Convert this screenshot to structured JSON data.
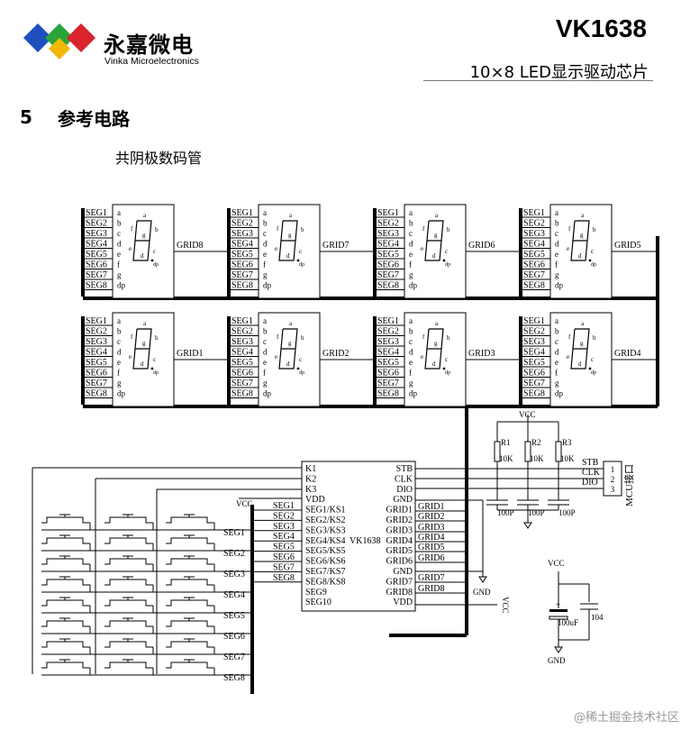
{
  "header": {
    "brand_cn": "永嘉微电",
    "brand_en": "Vinka Microelectronics",
    "part_number": "VK1638",
    "description": "10×8 LED显示驱动芯片"
  },
  "section": {
    "number": "5",
    "title": "参考电路",
    "subtitle": "共阴极数码管"
  },
  "digit": {
    "seg_pins": [
      "SEG1",
      "SEG2",
      "SEG3",
      "SEG4",
      "SEG5",
      "SEG6",
      "SEG7",
      "SEG8"
    ],
    "seg_letters": [
      "a",
      "b",
      "c",
      "d",
      "e",
      "f",
      "g",
      "dp"
    ]
  },
  "grid_labels_row1": [
    "GRID8",
    "GRID7",
    "GRID6",
    "GRID5"
  ],
  "grid_labels_row2": [
    "GRID1",
    "GRID2",
    "GRID3",
    "GRID4"
  ],
  "ic": {
    "name": "VK1638",
    "left_pins": [
      "K1",
      "K2",
      "K3",
      "VDD",
      "SEG1/KS1",
      "SEG2/KS2",
      "SEG3/KS3",
      "SEG4/KS4",
      "SEG5/KS5",
      "SEG6/KS6",
      "SEG7/KS7",
      "SEG8/KS8",
      "SEG9",
      "SEG10"
    ],
    "right_pins": [
      "STB",
      "CLK",
      "DIO",
      "GND",
      "GRID1",
      "GRID2",
      "GRID3",
      "GRID4",
      "GRID5",
      "GRID6",
      "GND",
      "GRID7",
      "GRID8",
      "VDD"
    ]
  },
  "left_seg_labels": [
    "SEG1",
    "SEG2",
    "SEG3",
    "SEG4",
    "SEG5",
    "SEG6",
    "SEG7",
    "SEG8"
  ],
  "right_grid_labels": [
    "GRID1",
    "GRID2",
    "GRID3",
    "GRID4",
    "GRID5",
    "GRID6",
    "GRID7",
    "GRID8"
  ],
  "key_seg_labels": [
    "SEG1",
    "SEG2",
    "SEG3",
    "SEG4",
    "SEG5",
    "SEG6",
    "SEG7",
    "SEG8"
  ],
  "pullups": {
    "vcc": "VCC",
    "resistors": [
      {
        "ref": "R1",
        "value": "10K"
      },
      {
        "ref": "R2",
        "value": "10K"
      },
      {
        "ref": "R3",
        "value": "10K"
      }
    ],
    "caps": [
      "100P",
      "100P",
      "100P"
    ]
  },
  "mcu": {
    "label": "MCU接口",
    "signals": [
      "STB",
      "CLK",
      "DIO"
    ],
    "pins": [
      "1",
      "2",
      "3"
    ]
  },
  "power": {
    "vcc": "VCC",
    "gnd": "GND",
    "cap1": "100uF",
    "cap2": "104",
    "vdd_label": "VCC"
  },
  "watermark": "@稀土掘金技术社区"
}
